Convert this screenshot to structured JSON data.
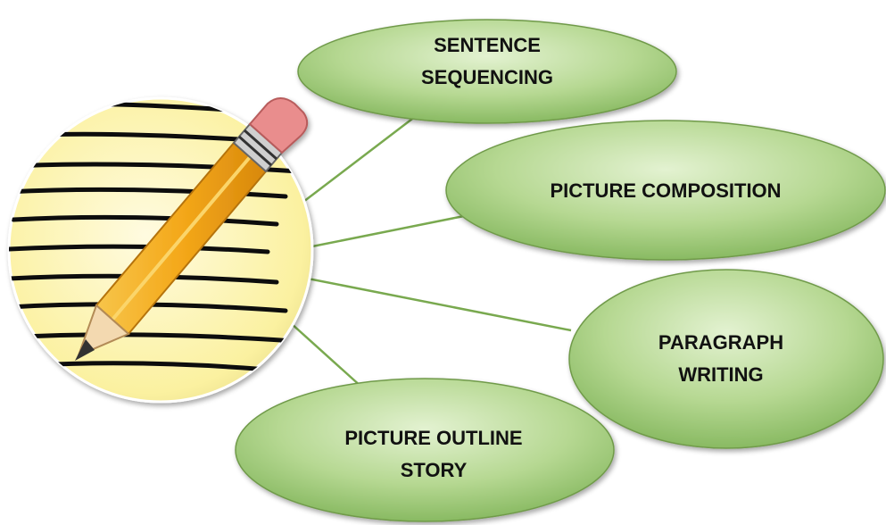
{
  "diagram": {
    "center": {
      "icon": "pencil-on-lined-paper-icon"
    },
    "nodes": [
      {
        "lines": [
          "SENTENCE",
          "SEQUENCING"
        ]
      },
      {
        "lines": [
          "PICTURE COMPOSITION"
        ]
      },
      {
        "lines": [
          "PARAGRAPH",
          "WRITING"
        ]
      },
      {
        "lines": [
          "PICTURE OUTLINE",
          "STORY"
        ]
      }
    ]
  },
  "colors": {
    "bubble_light": "#d3e9bb",
    "bubble_mid": "#a6cf7f",
    "bubble_dark": "#7ab04f",
    "bubble_stroke": "#6f9a4a",
    "connector": "#79a94f",
    "paper": "#fbf3a6",
    "pencil_body": "#f6b21d"
  }
}
